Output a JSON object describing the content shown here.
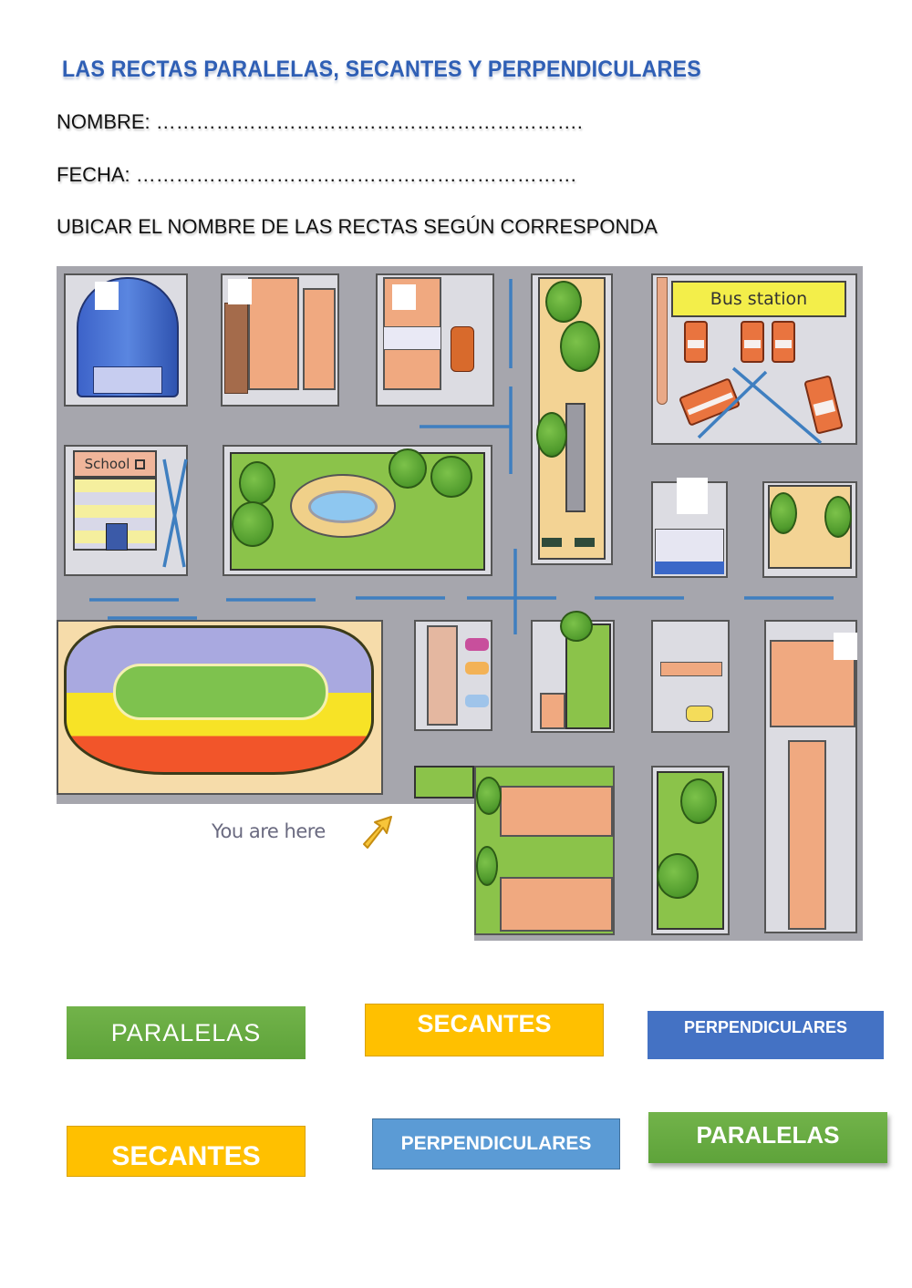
{
  "header": {
    "title": "LAS RECTAS PARALELAS, SECANTES Y PERPENDICULARES",
    "name_label": "NOMBRE: ……………………………………………………….",
    "date_label": "FECHA: …………………………………………………………",
    "instruction": "UBICAR EL NOMBRE DE LAS RECTAS SEGÚN CORRESPONDA"
  },
  "map": {
    "school_sign": "School",
    "bus_station_sign": "Bus station",
    "you_are_here": "You are here",
    "line_color": "#3f7fc0",
    "drop_zones": [
      {
        "id": "dz-1",
        "location": "blue-dome-building"
      },
      {
        "id": "dz-2",
        "location": "apartment-building"
      },
      {
        "id": "dz-3",
        "location": "shop-building"
      },
      {
        "id": "dz-4",
        "location": "bank-building"
      },
      {
        "id": "dz-5",
        "location": "right-building"
      }
    ]
  },
  "cards": [
    {
      "label": "PARALELAS",
      "color": "#6aad44"
    },
    {
      "label": "SECANTES",
      "color": "#ffc000"
    },
    {
      "label": "PERPENDICULARES",
      "color": "#4472c4"
    },
    {
      "label": "SECANTES",
      "color": "#ffc000"
    },
    {
      "label": "PERPENDICULARES",
      "color": "#5b9bd5"
    },
    {
      "label": "PARALELAS",
      "color": "#6aad44"
    }
  ]
}
